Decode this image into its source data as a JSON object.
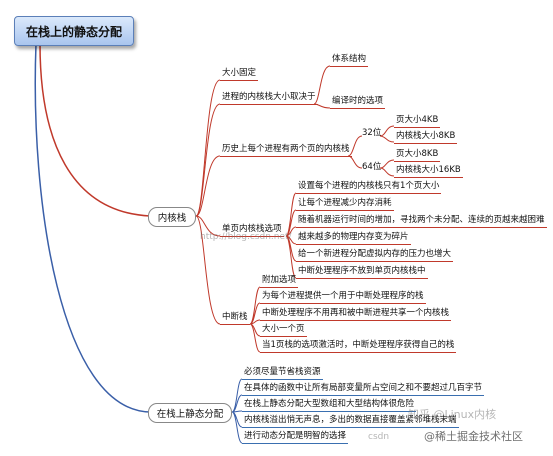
{
  "title": "在栈上的静态分配",
  "kernel_stack": {
    "label": "内核栈",
    "fixed_size": "大小固定",
    "depends": {
      "label": "进程的内核栈大小取决于",
      "items": [
        "体系结构",
        "编译时的选项"
      ]
    },
    "history": {
      "label": "历史上每个进程有两个页的内核栈",
      "bit32": {
        "label": "32位",
        "items": [
          "页大小4KB",
          "内核栈大小8KB"
        ]
      },
      "bit64": {
        "label": "64位",
        "items": [
          "页大小8KB",
          "内核栈大小16KB"
        ]
      }
    },
    "single_page": {
      "label": "单页内核栈选项",
      "items": [
        "设置每个进程的内核栈只有1个页大小",
        "让每个进程减少内存消耗",
        "随着机器运行时间的增加，寻找两个未分配、连续的页越来越困难",
        "越来越多的物理内存变为碎片",
        "给一个新进程分配虚拟内存的压力也增大",
        "中断处理程序不放到单页内核栈中"
      ]
    },
    "irq_stack": {
      "label": "中断栈",
      "option": "附加选项",
      "items": [
        "为每个进程提供一个用于中断处理程序的栈",
        "中断处理程序不用再和被中断进程共享一个内核栈",
        "大小一个页",
        "当1页栈的选项激活时，中断处理程序获得自己的栈"
      ]
    }
  },
  "stack_static": {
    "label": "在栈上静态分配",
    "items": [
      "必须尽量节省栈资源",
      "在具体的函数中让所有局部变量所占空间之和不要超过几百字节",
      "在栈上静态分配大型数组和大型结构体很危险",
      "内核栈溢出悄无声息，多出的数据直接覆盖紧邻堆栈末端",
      "进行动态分配是明智的选择"
    ]
  },
  "watermarks": [
    "http://blog.csdn.net/",
    "知乎 @Linux内核",
    "@稀土掘金技术社区",
    "csdn"
  ]
}
